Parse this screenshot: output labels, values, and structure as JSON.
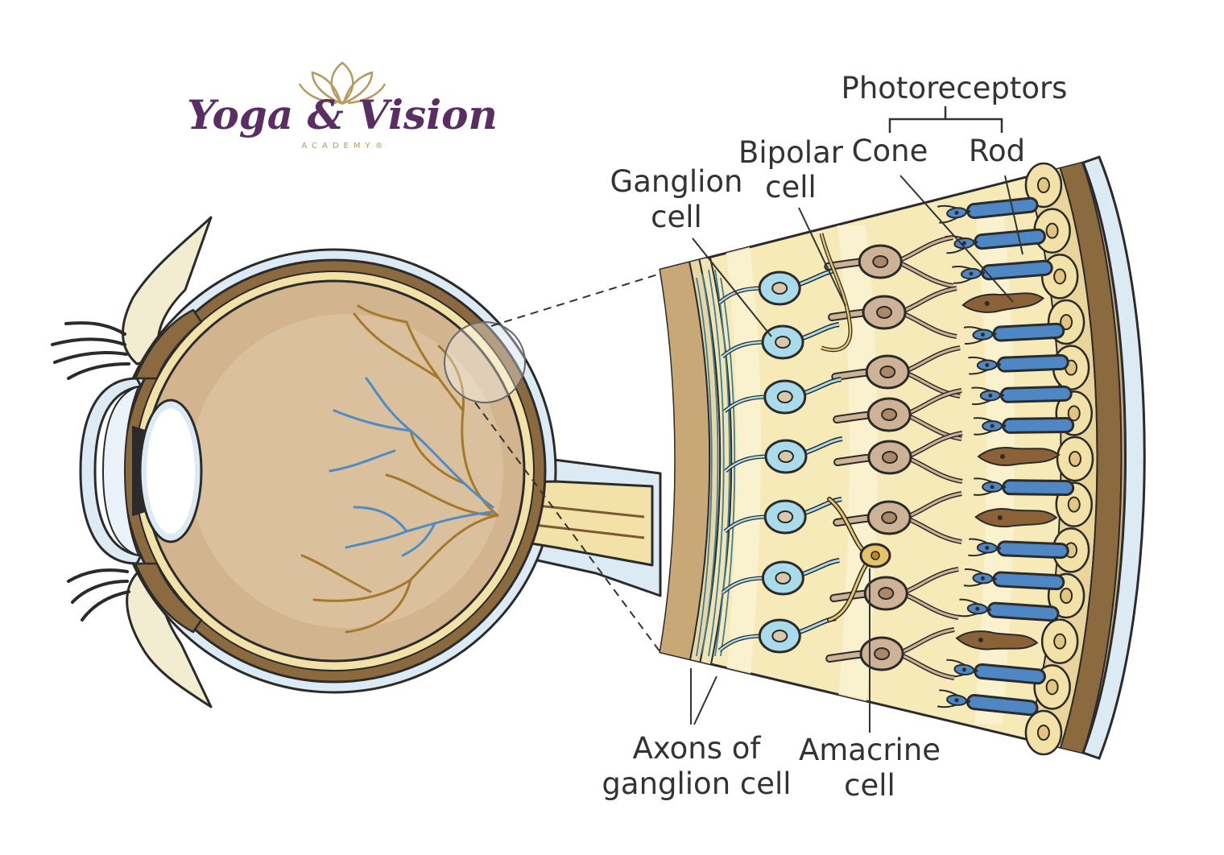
{
  "logo": {
    "name": "Yoga & Vision",
    "sub": "ACADEMY®"
  },
  "labels": {
    "photoreceptors": "Photoreceptors",
    "cone": "Cone",
    "rod": "Rod",
    "bipolar_1": "Bipolar",
    "bipolar_2": "cell",
    "ganglion_1": "Ganglion",
    "ganglion_2": "cell",
    "axons_1": "Axons of",
    "axons_2": "ganglion cell",
    "amacrine_1": "Amacrine",
    "amacrine_2": "cell"
  },
  "colors": {
    "outline": "#2b2b2b",
    "sclera": "#dceaf3",
    "choroid": "#8a6a3e",
    "vitreous": "#d2b48f",
    "retina_bg": "#f6eab8",
    "ganglion": "#a9dbea",
    "bipolar": "#ceb296",
    "rod": "#4f87c4",
    "cone": "#8b6238",
    "vessel_gold": "#a5792c",
    "vessel_blue": "#4e8cc6",
    "logo_purple": "#5a2e64",
    "logo_gold": "#b99a5c"
  }
}
